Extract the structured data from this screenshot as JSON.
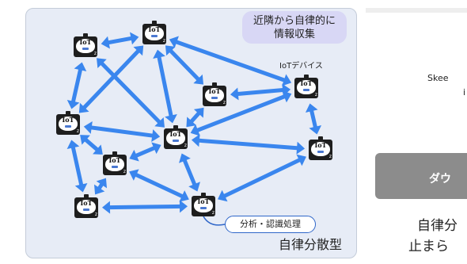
{
  "diagram": {
    "callout_text_line1": "近隣から自律的に",
    "callout_text_line2": "情報収集",
    "device_label": "IoTデバイス",
    "analysis_label": "分析・認識処理",
    "caption": "自律分散型",
    "node_text": "IoT",
    "node_badge": "z",
    "colors": {
      "panel_bg": "#e7ecf6",
      "arrow": "#3a86ee",
      "node": "#1e1e1e",
      "callout_bg": "#d8d7f5",
      "analysis_border": "#2f66c9"
    }
  },
  "right_panel": {
    "fragment_1": "Skee",
    "fragment_2": "i",
    "button_label": "ダウ",
    "line_1": "自律分",
    "line_2": "止まら"
  }
}
